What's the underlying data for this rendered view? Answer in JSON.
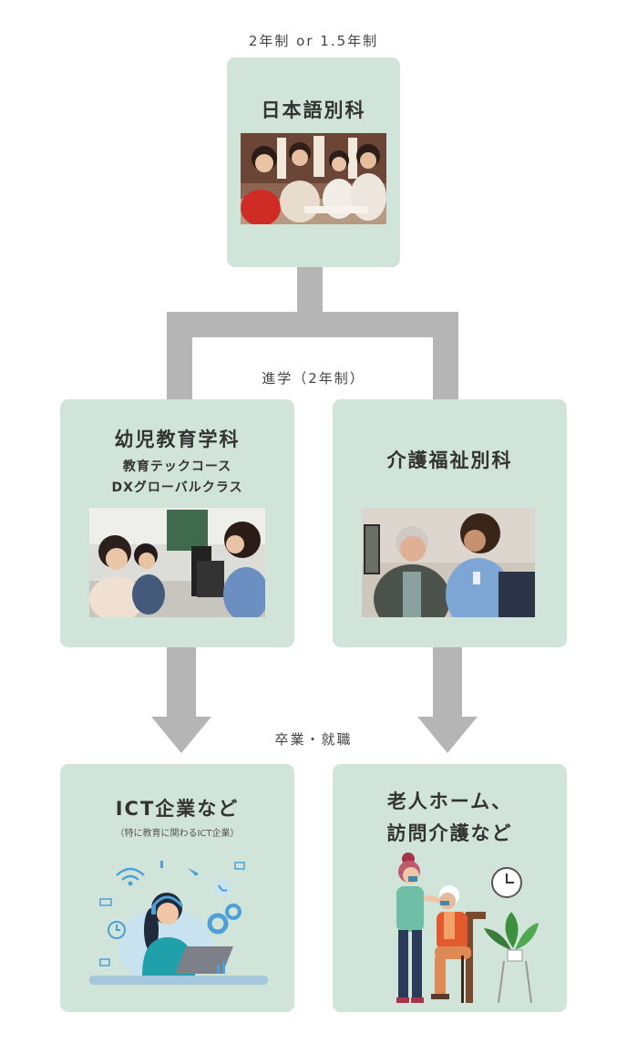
{
  "top_label": "2年制 or 1.5年制",
  "mid_label": "進学（2年制）",
  "bottom_label": "卒業・就職",
  "boxes": {
    "japanese": {
      "title": "日本語別科"
    },
    "early_childhood": {
      "title": "幼児教育学科",
      "sub1": "教育テックコース",
      "sub2": "DXグローバルクラス"
    },
    "care": {
      "title": "介護福祉別科"
    },
    "ict": {
      "title": "ICT企業など",
      "note": "（特に教育に関わるICT企業）"
    },
    "elderly": {
      "line1": "老人ホーム、",
      "line2": "訪問介護など"
    }
  },
  "colors": {
    "box": "#d1e4d9",
    "connector": "#b5b5b5"
  }
}
